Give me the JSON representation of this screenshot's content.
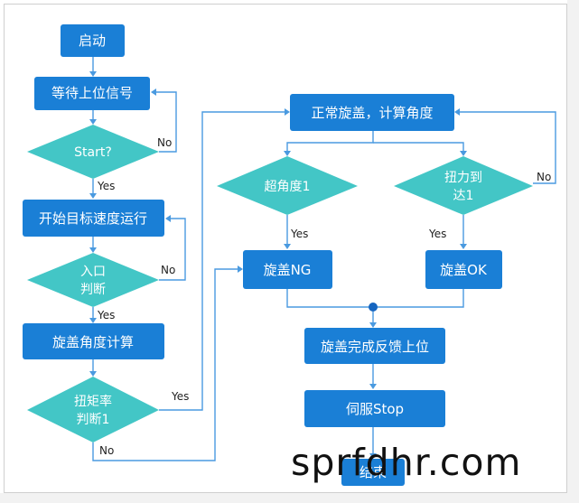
{
  "nodes": {
    "start": "启动",
    "wait": "等待上位信号",
    "start_q": "Start?",
    "speed_run": "开始目标速度运行",
    "entry_l1": "入口",
    "entry_l2": "判断",
    "angle_calc": "旋盖角度计算",
    "torque_l1": "扭矩率",
    "torque_l2": "判断1",
    "normal": "正常旋盖，计算角度",
    "over_angle": "超角度1",
    "force_l1": "扭力到",
    "force_l2": "达1",
    "ng": "旋盖NG",
    "ok": "旋盖OK",
    "done": "旋盖完成反馈上位",
    "servo_stop": "伺服Stop",
    "end": "结束"
  },
  "labels": {
    "no": "No",
    "yes": "Yes"
  },
  "watermark": "sprfdhr.com",
  "colors": {
    "box": "#1a7fd6",
    "diamond": "#43c6c6",
    "line": "#4a9ae0"
  }
}
